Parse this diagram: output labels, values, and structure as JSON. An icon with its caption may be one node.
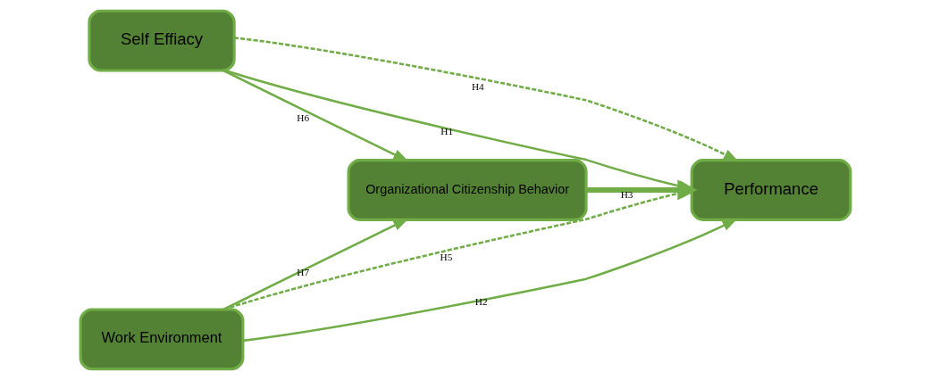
{
  "diagram": {
    "nodes": [
      {
        "text": [
          "Self Effiacy"
        ]
      },
      {
        "text": [
          "Organizational Citizenship Behavior"
        ]
      },
      {
        "text": [
          "Performance"
        ]
      },
      {
        "text": [
          "Work Environment"
        ]
      }
    ],
    "edges": [
      {
        "from": 0,
        "to": 2,
        "arrow": "to",
        "label": "H1"
      },
      {
        "from": 3,
        "to": 2,
        "arrow": "to",
        "label": "H2"
      },
      {
        "from": 1,
        "to": 2,
        "arrow": "to",
        "label": "H3",
        "style": "thick"
      },
      {
        "from": 0,
        "to": 2,
        "arrow": "to",
        "label": "H4",
        "style": "dashed"
      },
      {
        "from": 3,
        "to": 2,
        "arrow": "to",
        "label": "H5",
        "style": "dashed"
      },
      {
        "from": 0,
        "to": 1,
        "arrow": "to",
        "label": "H6"
      },
      {
        "from": 3,
        "to": 1,
        "arrow": "to",
        "label": "H7"
      }
    ]
  }
}
